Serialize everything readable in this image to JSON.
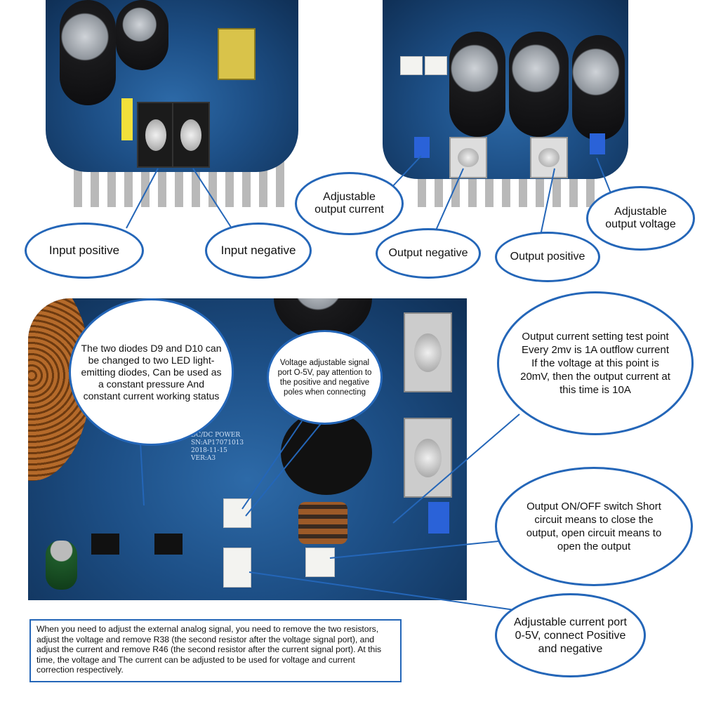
{
  "callouts": {
    "input_positive": "Input positive",
    "input_negative": "Input negative",
    "adjustable_output_current": "Adjustable output current",
    "output_negative": "Output negative",
    "output_positive": "Output positive",
    "adjustable_output_voltage": "Adjustable output voltage",
    "diodes": "The two diodes D9 and D10 can be changed to two LED light-emitting diodes, Can be used as a constant pressure And constant current working status",
    "voltage_signal_port": "Voltage adjustable signal port O-5V, pay attention to the positive and negative poles when connecting",
    "current_test_point": "Output current setting test point Every 2mv is 1A outflow current If the voltage at this point is 20mV, then the output current at this time is 10A",
    "on_off_switch": "Output ON/OFF switch Short circuit means to close the output, open circuit means to open the output",
    "current_port": "Adjustable current port 0-5V, connect Positive and negative"
  },
  "note": "When you need to adjust the external analog signal, you need to remove the two resistors, adjust the voltage and remove R38 (the second resistor after the voltage signal port), and adjust the current and remove R46 (the second resistor after the current signal port). At this time, the voltage and The current can be adjusted to be used for voltage and current correction respectively.",
  "board_labels": {
    "brand": "DC/DC POWER",
    "sn": "SN:AP17071013",
    "date": "2018-11-15",
    "ver": "VER:A3"
  },
  "colors": {
    "bubble_border": "#2466b8",
    "pcb": "#1d4f86"
  }
}
